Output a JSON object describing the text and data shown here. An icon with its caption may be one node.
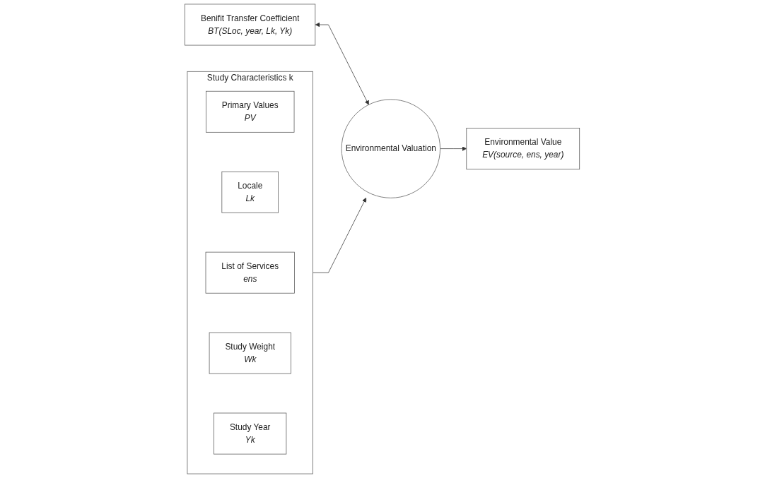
{
  "diagram": {
    "nodes": [
      {
        "text": [
          "Study Characteristics k"
        ]
      },
      {
        "text": [
          "Primary Values",
          "PV"
        ],
        "in": 0
      },
      {
        "text": [
          "Locale",
          "Lk"
        ],
        "in": 0
      },
      {
        "text": [
          "List of Services",
          "ens"
        ],
        "in": 0
      },
      {
        "text": [
          "Study Weight",
          "Wk"
        ],
        "in": 0
      },
      {
        "text": [
          "Study Year",
          "Yk"
        ],
        "in": 0
      },
      {
        "text": [
          "Benifit Transfer Coefficient",
          "BT(SLoc, year, Lk, Yk)"
        ]
      },
      {
        "text": [
          "Environmental Valuation"
        ]
      },
      {
        "text": [
          "Environmental Value",
          "EV(source, ens, year)"
        ]
      }
    ],
    "edges": [
      {
        "from": 0,
        "to": 7,
        "arrow": "to"
      },
      {
        "from": 6,
        "to": 7,
        "arrow": "both"
      },
      {
        "from": 7,
        "to": 8,
        "arrow": "to"
      }
    ]
  }
}
